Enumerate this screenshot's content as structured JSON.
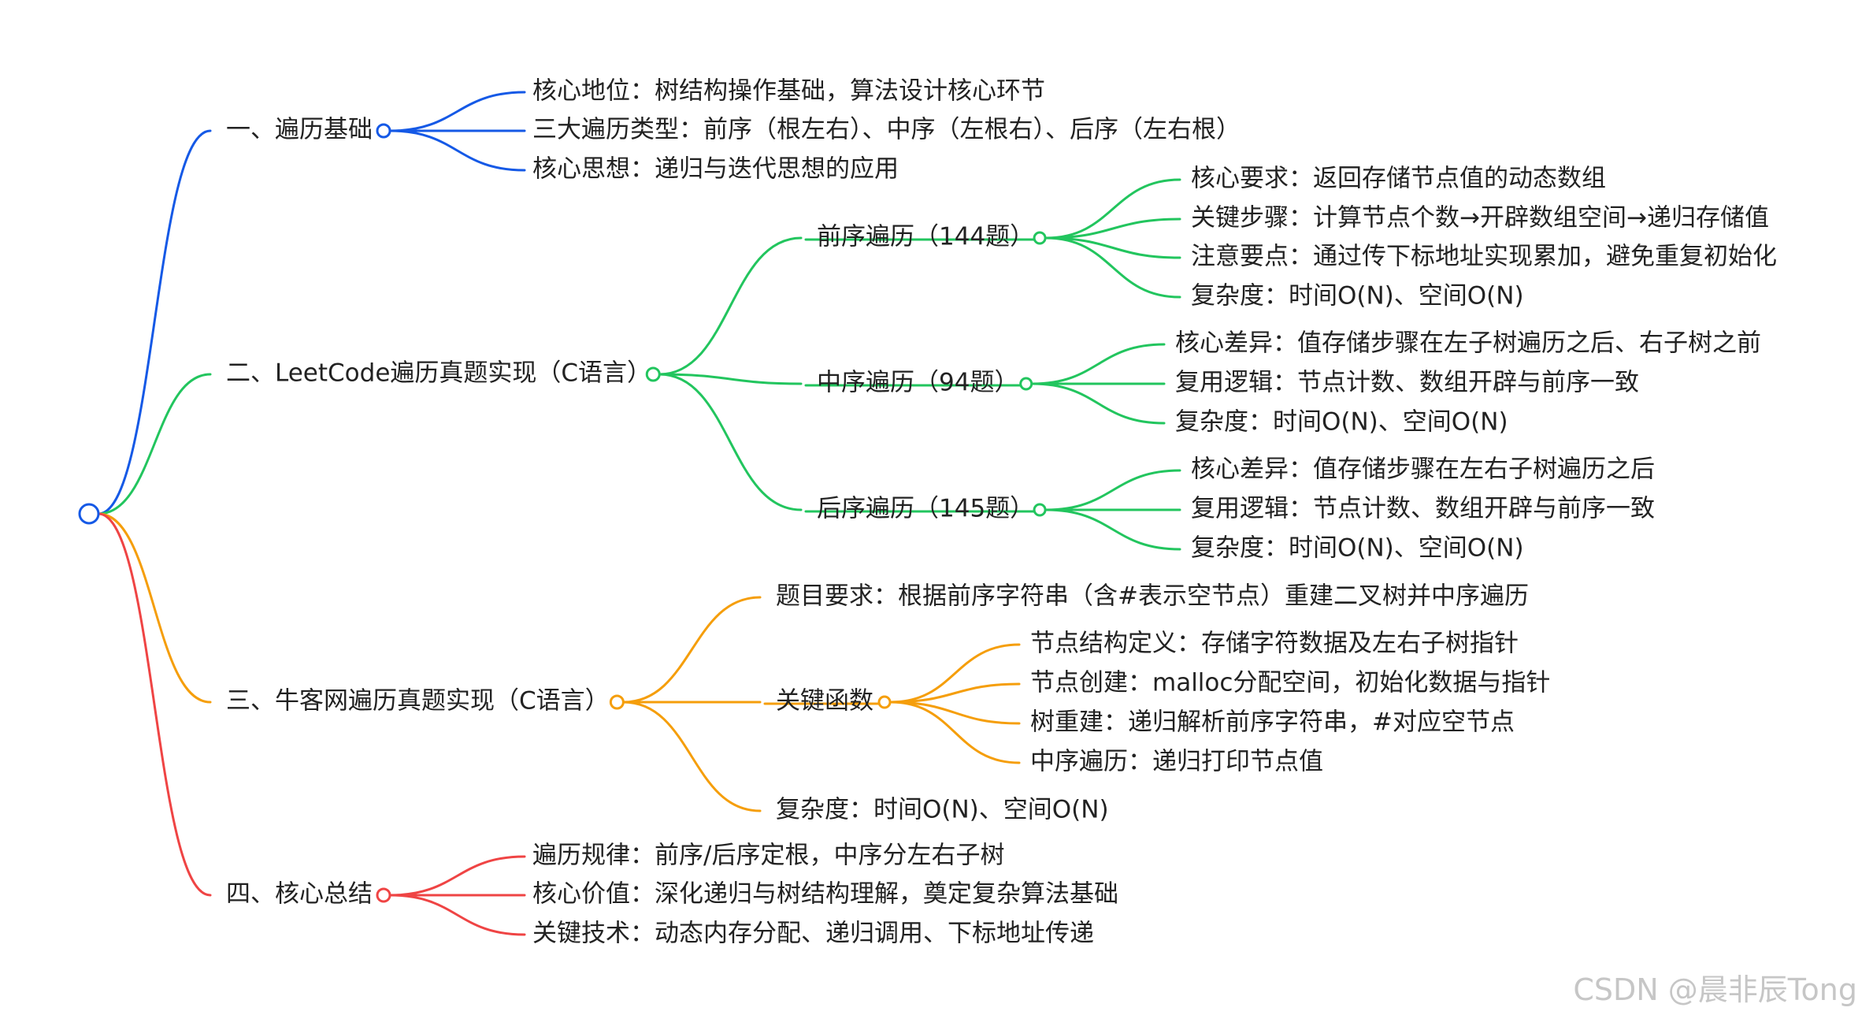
{
  "colors": {
    "b1": "#1559e6",
    "b2": "#22c55e",
    "b3": "#f59e0b",
    "b4": "#ef4444"
  },
  "watermark": "CSDN @晨非辰Tong",
  "mindmap": {
    "root": {
      "label": ""
    },
    "branches": [
      {
        "color": "b1",
        "label": "一、遍历基础",
        "children": [
          {
            "label": "核心地位：树结构操作基础，算法设计核心环节"
          },
          {
            "label": "三大遍历类型：前序（根左右）、中序（左根右）、后序（左右根）"
          },
          {
            "label": "核心思想：递归与迭代思想的应用"
          }
        ]
      },
      {
        "color": "b2",
        "label": "二、LeetCode遍历真题实现（C语言）",
        "children": [
          {
            "label": "前序遍历（144题）",
            "children": [
              {
                "label": "核心要求：返回存储节点值的动态数组"
              },
              {
                "label": "关键步骤：计算节点个数→开辟数组空间→递归存储值"
              },
              {
                "label": "注意要点：通过传下标地址实现累加，避免重复初始化"
              },
              {
                "label": "复杂度：时间O(N)、空间O(N)"
              }
            ]
          },
          {
            "label": "中序遍历（94题）",
            "children": [
              {
                "label": "核心差异：值存储步骤在左子树遍历之后、右子树之前"
              },
              {
                "label": "复用逻辑：节点计数、数组开辟与前序一致"
              },
              {
                "label": "复杂度：时间O(N)、空间O(N)"
              }
            ]
          },
          {
            "label": "后序遍历（145题）",
            "children": [
              {
                "label": "核心差异：值存储步骤在左右子树遍历之后"
              },
              {
                "label": "复用逻辑：节点计数、数组开辟与前序一致"
              },
              {
                "label": "复杂度：时间O(N)、空间O(N)"
              }
            ]
          }
        ]
      },
      {
        "color": "b3",
        "label": "三、牛客网遍历真题实现（C语言）",
        "children": [
          {
            "label": "题目要求：根据前序字符串（含#表示空节点）重建二叉树并中序遍历"
          },
          {
            "label": "关键函数",
            "children": [
              {
                "label": "节点结构定义：存储字符数据及左右子树指针"
              },
              {
                "label": "节点创建：malloc分配空间，初始化数据与指针"
              },
              {
                "label": "树重建：递归解析前序字符串，#对应空节点"
              },
              {
                "label": "中序遍历：递归打印节点值"
              }
            ]
          },
          {
            "label": "复杂度：时间O(N)、空间O(N)"
          }
        ]
      },
      {
        "color": "b4",
        "label": "四、核心总结",
        "children": [
          {
            "label": "遍历规律：前序/后序定根，中序分左右子树"
          },
          {
            "label": "核心价值：深化递归与树结构理解，奠定复杂算法基础"
          },
          {
            "label": "关键技术：动态内存分配、递归调用、下标地址传递"
          }
        ]
      }
    ]
  }
}
